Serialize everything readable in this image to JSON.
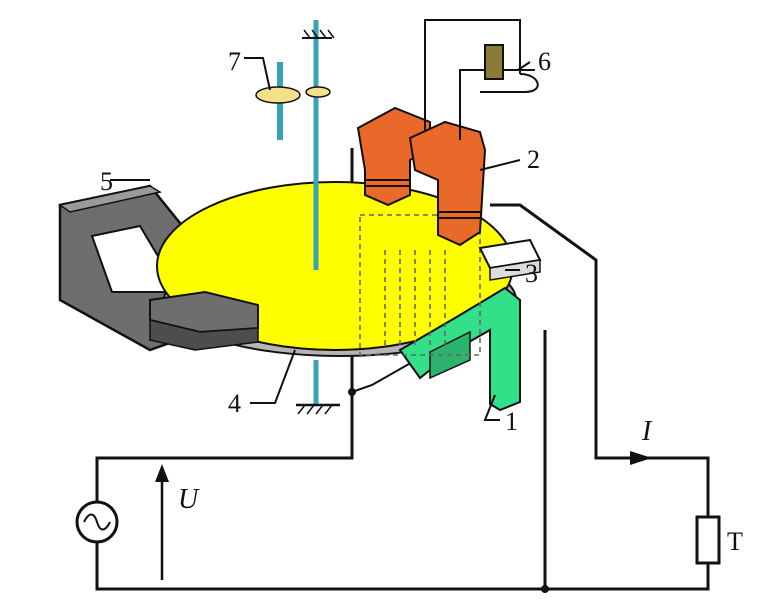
{
  "labels": {
    "n1": "1",
    "n2": "2",
    "n3": "3",
    "n4": "4",
    "n5": "5",
    "n6": "6",
    "n7": "7",
    "voltage": "U",
    "current": "I",
    "load": "T"
  },
  "colors": {
    "disc": "#ffff00",
    "current_coil": "#e8692a",
    "voltage_core": "#33e08a",
    "brake_magnet": "#6e6e6e",
    "gear": "#f2e08a",
    "spindle": "#35a3b8"
  },
  "icons": {
    "source": "ac-source-icon",
    "ground": "ground-hatch-icon"
  }
}
